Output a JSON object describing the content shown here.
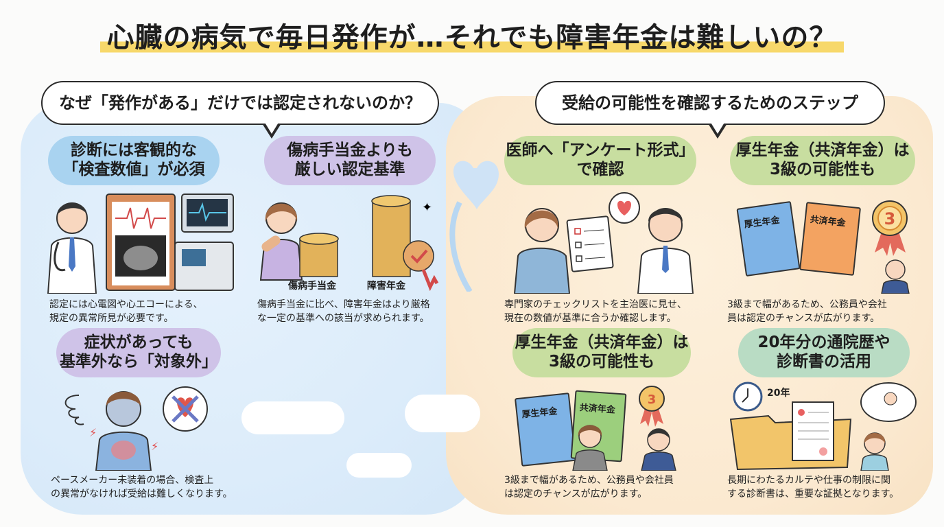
{
  "title": "心臓の病気で毎日発作が…それでも障害年金は難しいの？",
  "left_section": {
    "heading": "なぜ「発作がある」だけでは認定されないのか？",
    "cards": [
      {
        "title": "診断には客観的な\n「検査数値」が必須",
        "caption": "認定には心電図や心エコーによる、\n規定の異常所見が必要です。"
      },
      {
        "title": "傷病手当金よりも\n厳しい認定基準",
        "labels": [
          "傷病手当金",
          "障害年金"
        ],
        "caption": "傷病手当金に比べ、障害年金はより厳格\nな一定の基準への該当が求められます。"
      },
      {
        "title": "症状があっても\n基準外なら「対象外」",
        "caption": "ペースメーカー未装着の場合、検査上\nの異常がなければ受給は難しくなります。"
      }
    ]
  },
  "right_section": {
    "heading": "受給の可能性を確認するためのステップ",
    "cards": [
      {
        "title": "医師へ「アンケート形式」\nで確認",
        "caption": "専門家のチェックリストを主治医に見せ、\n現在の数値が基準に合うか確認します。"
      },
      {
        "title": "厚生年金（共済年金）は\n3級の可能性も",
        "books": [
          "厚生年金",
          "共済年金"
        ],
        "badge": "3",
        "caption": "3級まで幅があるため、公務員や会社\n員は認定のチャンスが広がります。"
      },
      {
        "title": "厚生年金（共済年金）は\n3級の可能性も",
        "books": [
          "厚生年金",
          "共済年金"
        ],
        "badge": "3",
        "caption": "3級まで幅があるため、公務員や会社員\nは認定のチャンスが広がります。"
      },
      {
        "title": "20年分の通院歴や\n診断書の活用",
        "clock_label": "20年",
        "caption": "長期にわたるカルテや仕事の制限に関\nする診断書は、重要な証拠となります。"
      }
    ]
  },
  "colors": {
    "title_highlight": "#f7d86b",
    "left_panel": "#dcecfa",
    "right_panel": "#fbe9d0",
    "pill_blue": "#a9d3f0",
    "pill_purple": "#cfc3e8",
    "pill_green": "#c8dea0",
    "pill_teal": "#b9dcc4"
  }
}
